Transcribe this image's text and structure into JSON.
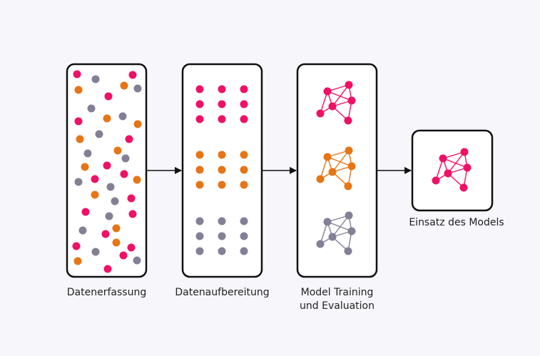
{
  "colors": {
    "background": "#f6f6fb",
    "pink": "#ee1166",
    "orange": "#e67516",
    "gray": "#838096",
    "stroke": "#111111"
  },
  "stages": [
    {
      "label_lines": [
        "Datenerfassung"
      ]
    },
    {
      "label_lines": [
        "Datenaufbereitung"
      ]
    },
    {
      "label_lines": [
        "Model Training",
        "und Evaluation"
      ]
    },
    {
      "label_lines": [
        "Einsatz des Models"
      ]
    }
  ],
  "scattered_points": [
    {
      "c": "pink"
    },
    {
      "c": "gray"
    },
    {
      "c": "pink"
    },
    {
      "c": "orange"
    },
    {
      "c": "orange"
    },
    {
      "c": "gray"
    },
    {
      "c": "pink"
    },
    {
      "c": "gray"
    },
    {
      "c": "orange"
    },
    {
      "c": "gray"
    },
    {
      "c": "pink"
    },
    {
      "c": "orange"
    },
    {
      "c": "gray"
    },
    {
      "c": "orange"
    },
    {
      "c": "pink"
    },
    {
      "c": "gray"
    },
    {
      "c": "orange"
    },
    {
      "c": "gray"
    },
    {
      "c": "orange"
    },
    {
      "c": "pink"
    },
    {
      "c": "pink"
    },
    {
      "c": "gray"
    },
    {
      "c": "pink"
    },
    {
      "c": "gray"
    },
    {
      "c": "orange"
    },
    {
      "c": "orange"
    },
    {
      "c": "pink"
    },
    {
      "c": "gray"
    },
    {
      "c": "pink"
    },
    {
      "c": "gray"
    },
    {
      "c": "pink"
    },
    {
      "c": "gray"
    },
    {
      "c": "pink"
    },
    {
      "c": "orange"
    },
    {
      "c": "pink"
    },
    {
      "c": "gray"
    },
    {
      "c": "orange"
    },
    {
      "c": "pink"
    },
    {
      "c": "orange"
    },
    {
      "c": "gray"
    },
    {
      "c": "pink"
    }
  ],
  "grouped_rows": [
    "pink",
    "orange",
    "gray"
  ],
  "networks": [
    "pink",
    "orange",
    "gray"
  ],
  "deployed_network": "pink"
}
